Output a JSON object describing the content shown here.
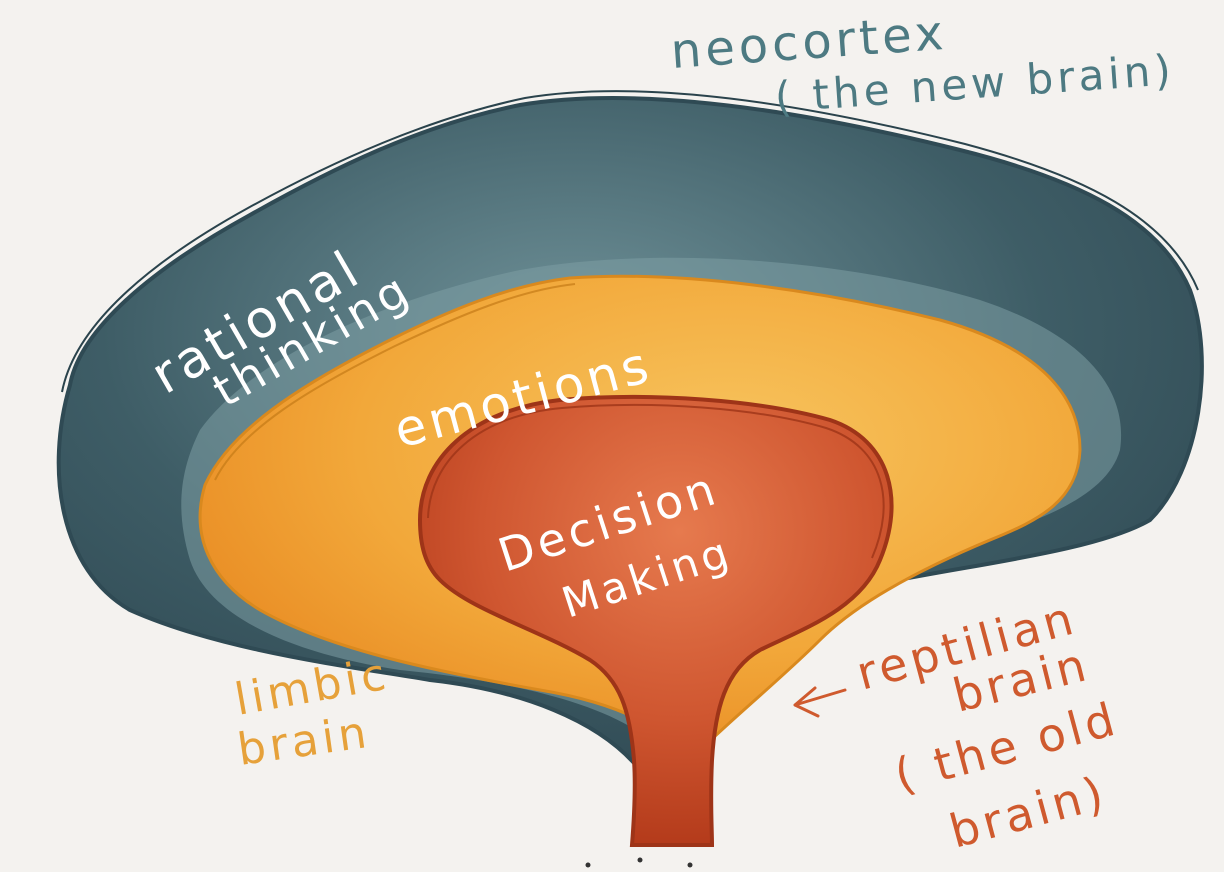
{
  "diagram": {
    "labels": {
      "neocortex_line1": "neocortex",
      "neocortex_line2": "( the new brain)",
      "rational_line1": "rational",
      "rational_line2": "thinking",
      "emotions": "emotions",
      "decision_line1": "Decision",
      "decision_line2": "Making",
      "limbic_line1": "limbic",
      "limbic_line2": "brain",
      "reptilian_line1": "reptilian",
      "reptilian_line2": "brain",
      "reptilian_line3": "( the old",
      "reptilian_line4": "brain)"
    },
    "colors": {
      "background": "#f4f2ef",
      "neocortex_dark": "#2f4a54",
      "neocortex_light": "#7a9aa0",
      "limbic_dark": "#e9962a",
      "limbic_light": "#f6c15a",
      "reptilian_dark": "#b63d1d",
      "reptilian_light": "#e2764a"
    },
    "icons": [
      "left-arrow-icon"
    ]
  }
}
